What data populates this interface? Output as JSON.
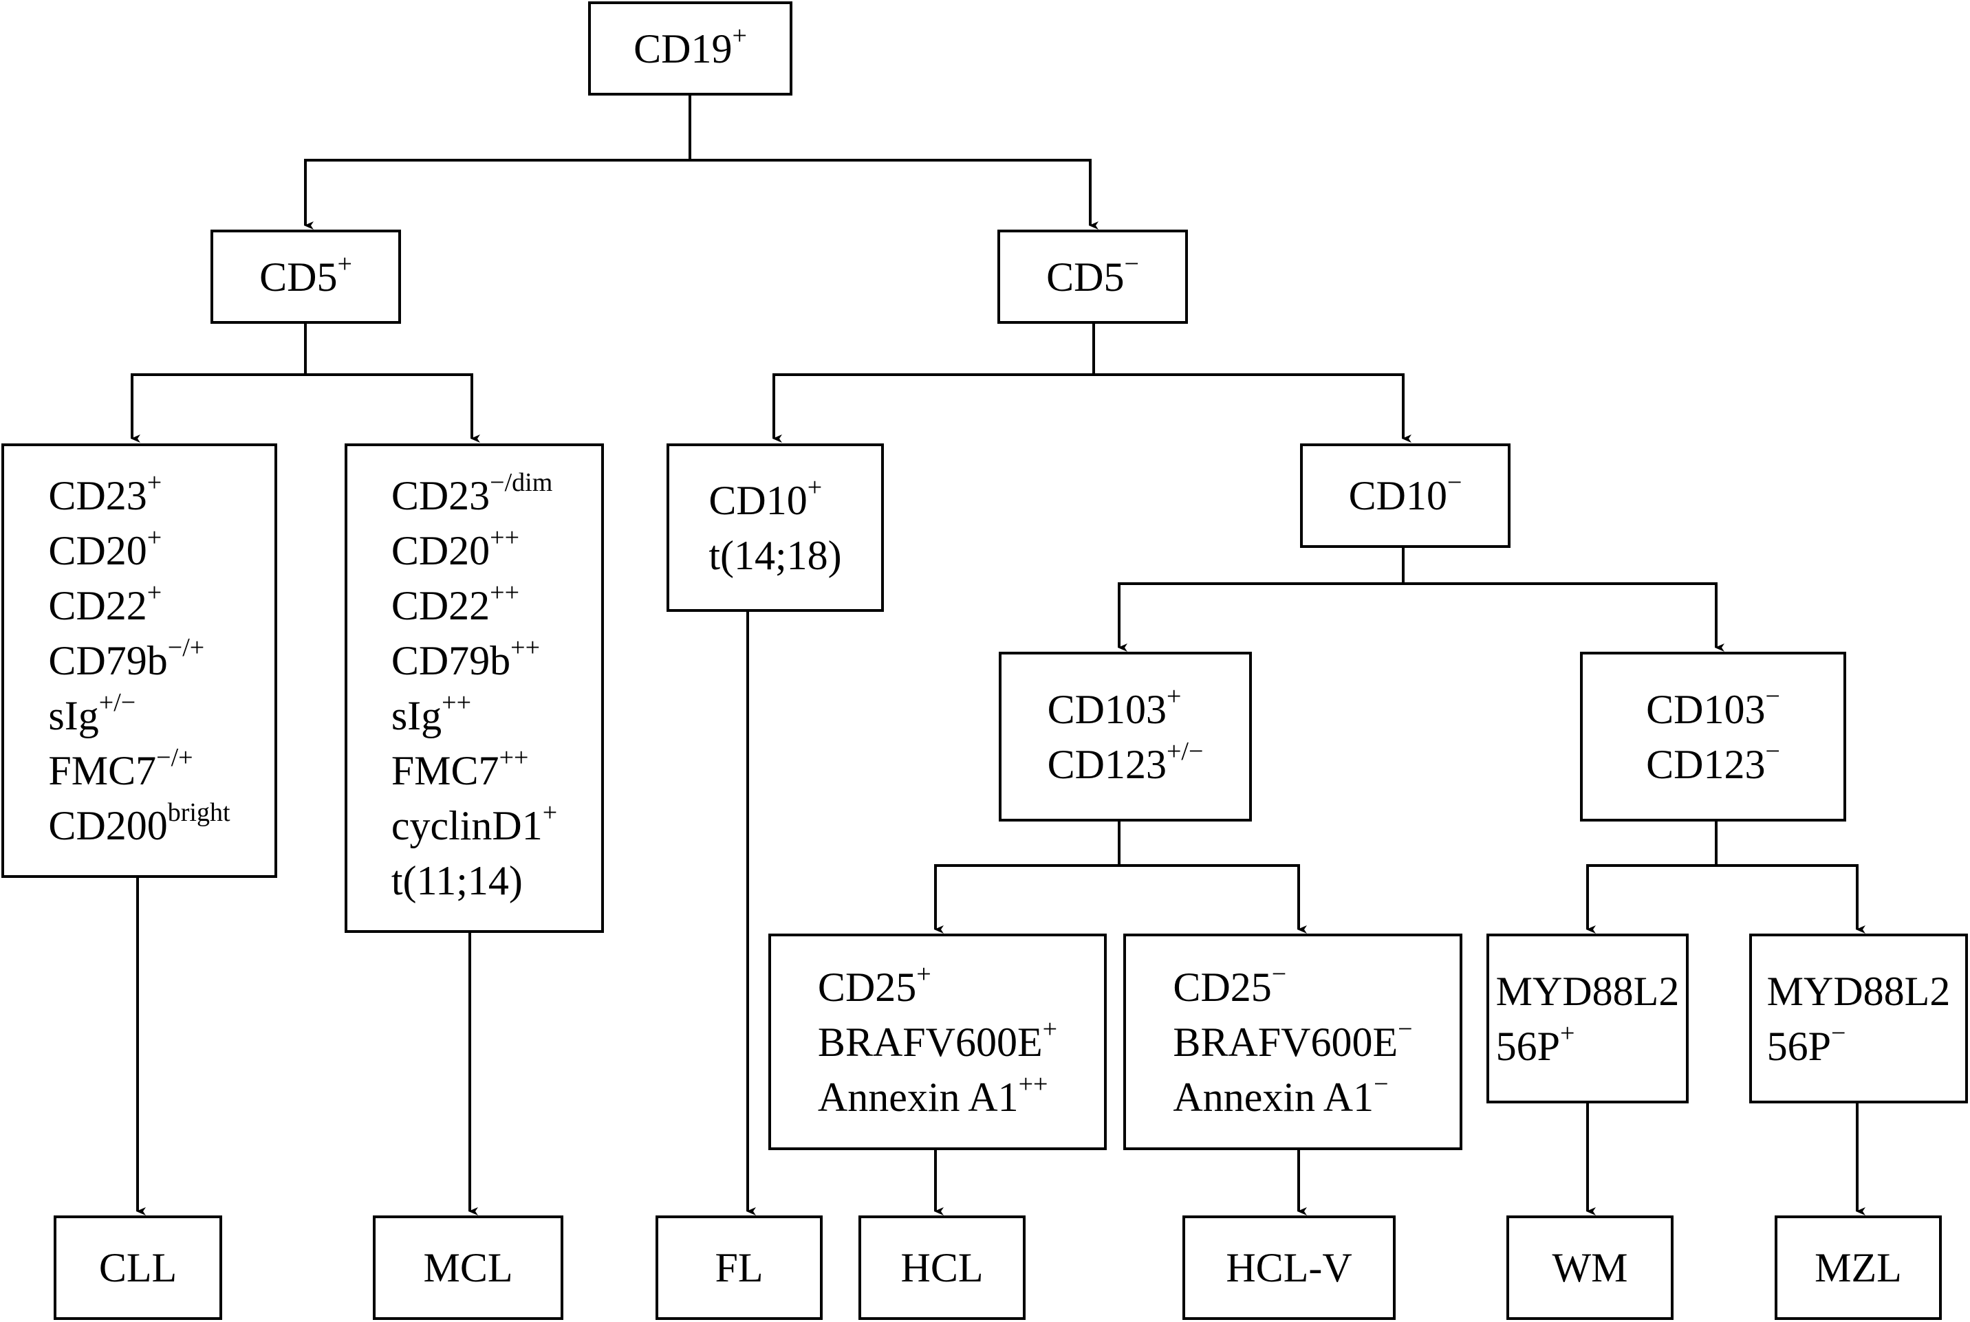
{
  "nodes": {
    "cd19": {
      "lines": [
        {
          "text": "CD19",
          "sup": "+"
        }
      ]
    },
    "cd5pos": {
      "lines": [
        {
          "text": "CD5",
          "sup": "+"
        }
      ]
    },
    "cd5neg": {
      "lines": [
        {
          "text": "CD5",
          "sup": "−"
        }
      ]
    },
    "cll_markers": {
      "lines": [
        {
          "text": "CD23",
          "sup": "+"
        },
        {
          "text": "CD20",
          "sup": "+"
        },
        {
          "text": "CD22",
          "sup": "+"
        },
        {
          "text": "CD79b",
          "sup": "−/+"
        },
        {
          "text": "sIg",
          "sup": "+/−"
        },
        {
          "text": "FMC7",
          "sup": "−/+"
        },
        {
          "text": "CD200",
          "sup": "bright"
        }
      ]
    },
    "mcl_markers": {
      "lines": [
        {
          "text": "CD23",
          "sup": "−/dim"
        },
        {
          "text": "CD20",
          "sup": "++"
        },
        {
          "text": "CD22",
          "sup": "++"
        },
        {
          "text": "CD79b",
          "sup": "++"
        },
        {
          "text": "sIg",
          "sup": "++"
        },
        {
          "text": "FMC7",
          "sup": "++"
        },
        {
          "text": "cyclinD1",
          "sup": "+"
        },
        {
          "text": "t(11;14)",
          "sup": ""
        }
      ]
    },
    "cd10pos": {
      "lines": [
        {
          "text": "CD10",
          "sup": "+"
        },
        {
          "text": "t(14;18)",
          "sup": ""
        }
      ]
    },
    "cd10neg": {
      "lines": [
        {
          "text": "CD10",
          "sup": "−"
        }
      ]
    },
    "cd103pos": {
      "lines": [
        {
          "text": "CD103",
          "sup": "+"
        },
        {
          "text": "CD123",
          "sup": "+/−"
        }
      ]
    },
    "cd103neg": {
      "lines": [
        {
          "text": "CD103",
          "sup": "−"
        },
        {
          "text": "CD123",
          "sup": "−"
        }
      ]
    },
    "hcl_markers": {
      "lines": [
        {
          "text": "CD25",
          "sup": "+"
        },
        {
          "text": "BRAFV600E",
          "sup": "+"
        },
        {
          "text": "Annexin A1",
          "sup": "++"
        }
      ]
    },
    "hclv_markers": {
      "lines": [
        {
          "text": "CD25",
          "sup": "−"
        },
        {
          "text": "BRAFV600E",
          "sup": "−"
        },
        {
          "text": "Annexin A1",
          "sup": "−"
        }
      ]
    },
    "myd_pos": {
      "lines": [
        {
          "text": "MYD88L2",
          "sup": ""
        },
        {
          "text": "56P",
          "sup": "+"
        }
      ]
    },
    "myd_neg": {
      "lines": [
        {
          "text": "MYD88L2",
          "sup": ""
        },
        {
          "text": "56P",
          "sup": "−"
        }
      ]
    },
    "cll": {
      "lines": [
        {
          "text": "CLL",
          "sup": ""
        }
      ]
    },
    "mcl": {
      "lines": [
        {
          "text": "MCL",
          "sup": ""
        }
      ]
    },
    "fl": {
      "lines": [
        {
          "text": "FL",
          "sup": ""
        }
      ]
    },
    "hcl": {
      "lines": [
        {
          "text": "HCL",
          "sup": ""
        }
      ]
    },
    "hclv": {
      "lines": [
        {
          "text": "HCL-V",
          "sup": ""
        }
      ]
    },
    "wm": {
      "lines": [
        {
          "text": "WM",
          "sup": ""
        }
      ]
    },
    "mzl": {
      "lines": [
        {
          "text": "MZL",
          "sup": ""
        }
      ]
    }
  },
  "colors": {
    "stroke": "#000000",
    "background": "#ffffff"
  }
}
